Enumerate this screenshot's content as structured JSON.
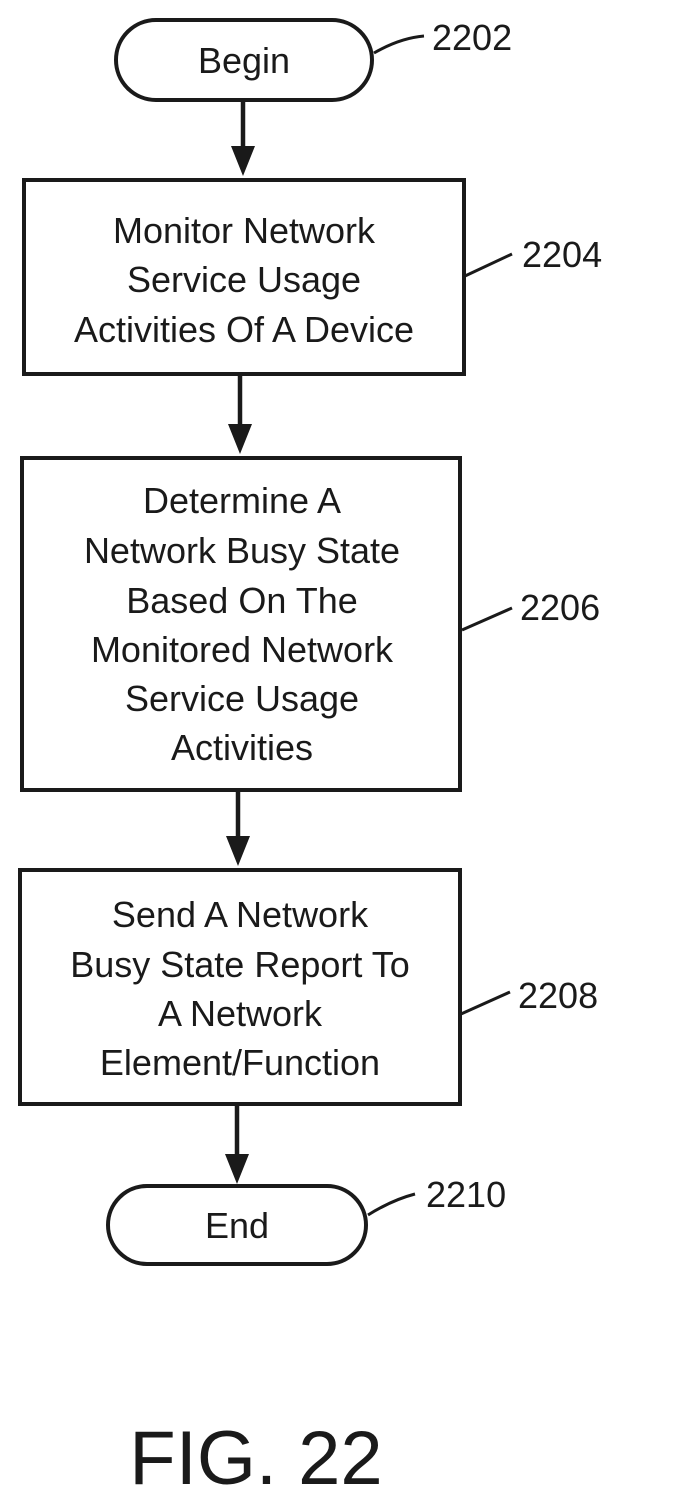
{
  "flowchart": {
    "steps": {
      "begin": {
        "label": "Begin",
        "ref": "2202"
      },
      "monitor": {
        "lines": [
          "Monitor Network",
          "Service Usage",
          "Activities Of A Device"
        ],
        "ref": "2204"
      },
      "determine": {
        "lines": [
          "Determine A",
          "Network Busy State",
          "Based On The",
          "Monitored Network",
          "Service Usage",
          "Activities"
        ],
        "ref": "2206"
      },
      "send": {
        "lines": [
          "Send A Network",
          "Busy State Report To",
          "A Network",
          "Element/Function"
        ],
        "ref": "2208"
      },
      "end": {
        "label": "End",
        "ref": "2210"
      }
    },
    "connections": [
      {
        "from": "begin",
        "to": "monitor"
      },
      {
        "from": "monitor",
        "to": "determine"
      },
      {
        "from": "determine",
        "to": "send"
      },
      {
        "from": "send",
        "to": "end"
      }
    ]
  },
  "figure": {
    "caption": "FIG. 22"
  }
}
